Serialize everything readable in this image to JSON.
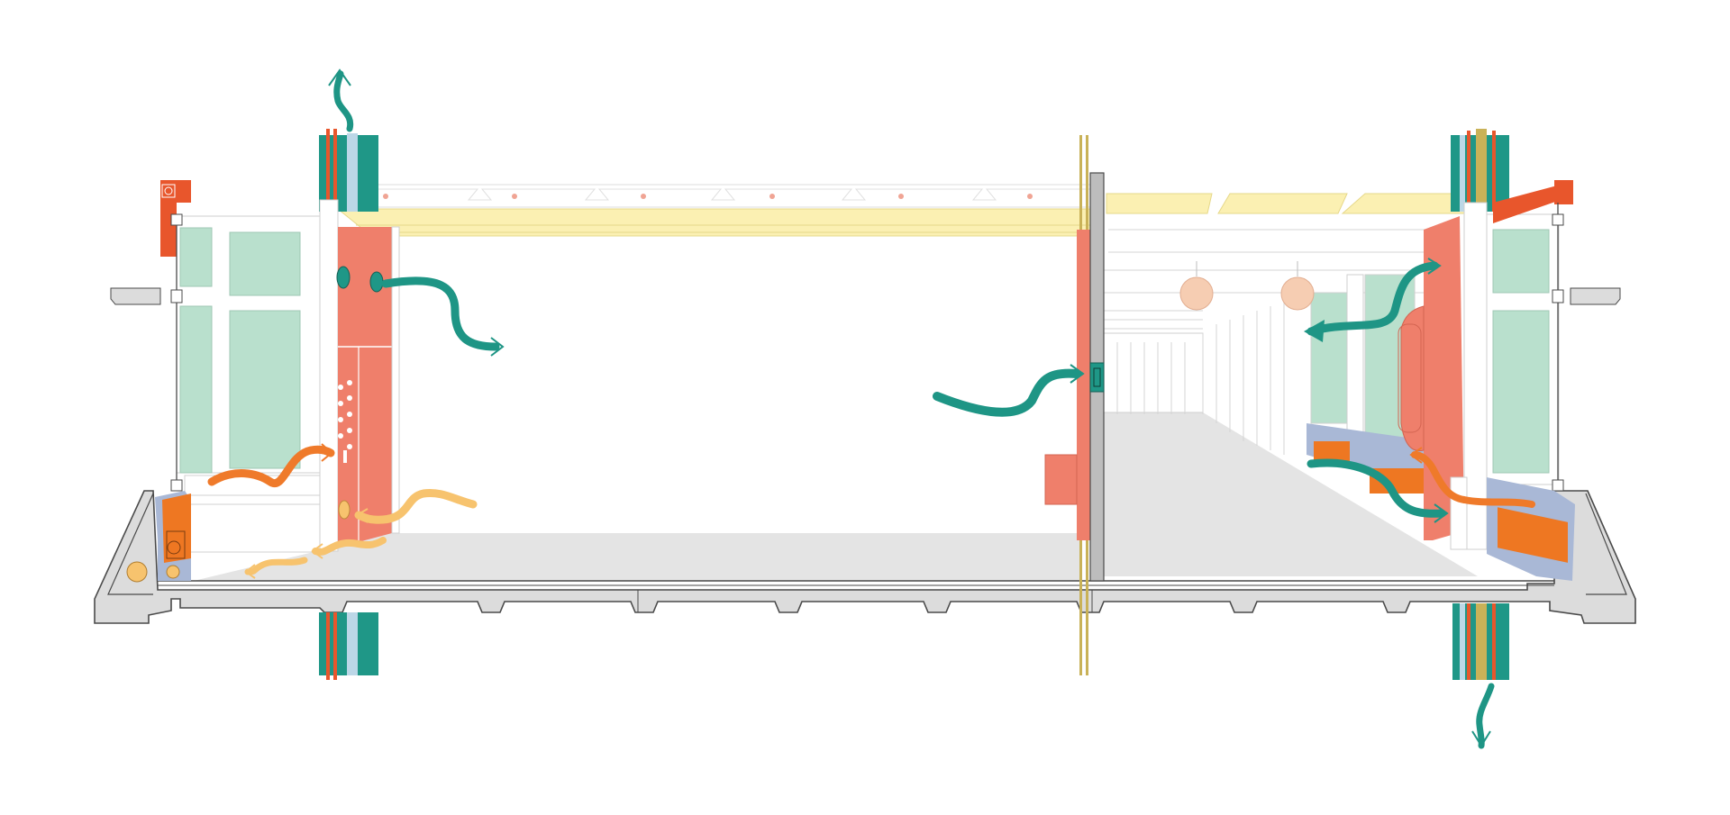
{
  "diagram": {
    "kind": "architectural-section-airflow",
    "labels": [],
    "colors": {
      "background": "#ffffff",
      "slab": "#dcdcdc",
      "slab_outline": "#4a4a4a",
      "floor": "#e4e4e4",
      "ceiling_panel": "#fbf0b2",
      "ceiling_edge": "#e6d88a",
      "riser_duct": "#ef7f6b",
      "facade_column": "#1f9787",
      "exhaust_arrow": "#1e9585",
      "warm_air_arrow": "#ef7a2a",
      "pale_air_arrow": "#f7c36e",
      "glazing": "#b9e0cd",
      "insulation": "#a9b8d6",
      "heater": "#ee7722",
      "lamp": "#f6cdb2",
      "outline": "#bfbfbf"
    },
    "icons": [
      "exhaust-air-arrow",
      "supply-air-arrow",
      "warm-air-arrow",
      "radiant-heat-arrow",
      "pendant-lamp",
      "air-grille"
    ]
  }
}
